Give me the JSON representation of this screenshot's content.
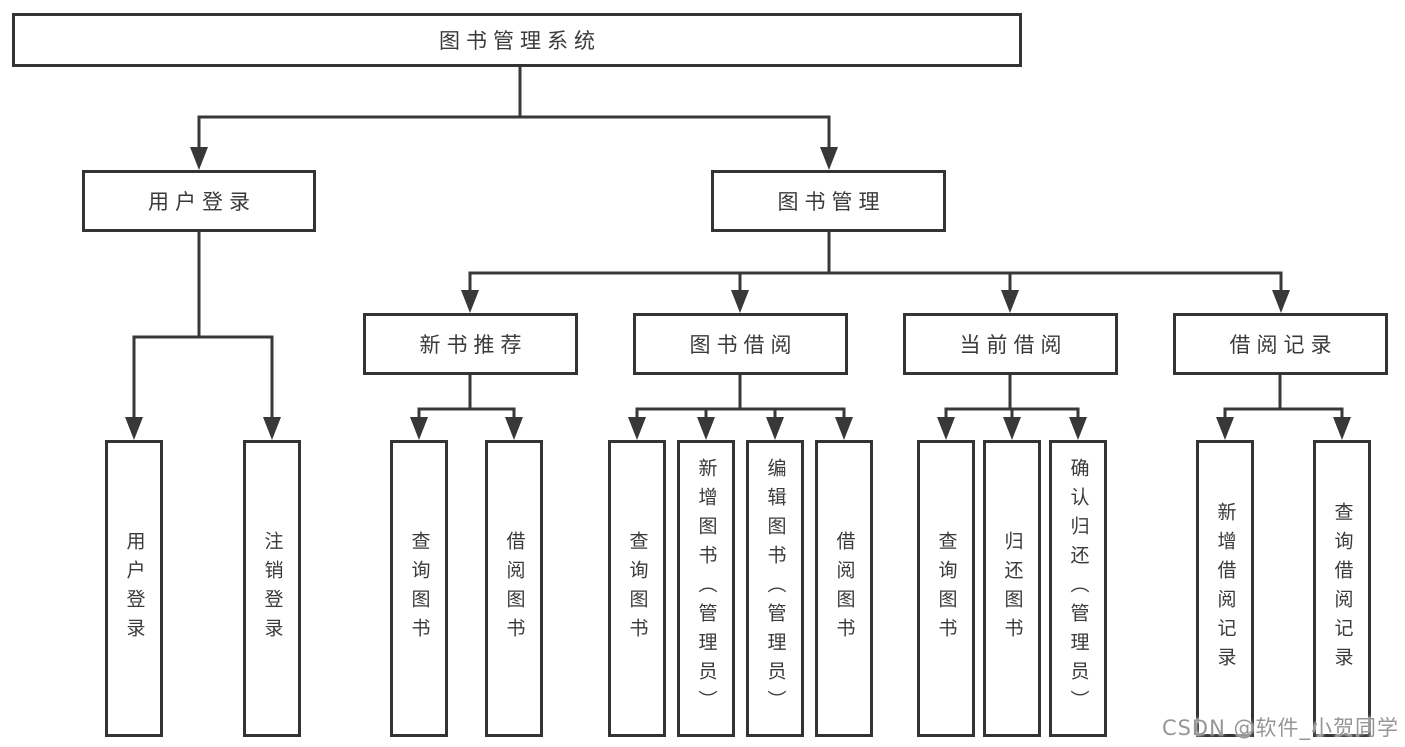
{
  "tree": {
    "root": {
      "label": "图书管理系统"
    },
    "branches": [
      {
        "label": "用户登录",
        "children": [
          {
            "label": "用户登录"
          },
          {
            "label": "注销登录"
          }
        ]
      },
      {
        "label": "图书管理",
        "children": [
          {
            "label": "新书推荐",
            "children": [
              {
                "label": "查询图书"
              },
              {
                "label": "借阅图书"
              }
            ]
          },
          {
            "label": "图书借阅",
            "children": [
              {
                "label": "查询图书"
              },
              {
                "label": "新增图书（管理员）"
              },
              {
                "label": "编辑图书（管理员）"
              },
              {
                "label": "借阅图书"
              }
            ]
          },
          {
            "label": "当前借阅",
            "children": [
              {
                "label": "查询图书"
              },
              {
                "label": "归还图书"
              },
              {
                "label": "确认归还（管理员）"
              }
            ]
          },
          {
            "label": "借阅记录",
            "children": [
              {
                "label": "新增借阅记录"
              },
              {
                "label": "查询借阅记录"
              }
            ]
          }
        ]
      }
    ]
  },
  "watermark": {
    "text": "CSDN @软件_小贺同学"
  },
  "colors": {
    "background": "#ffffff",
    "line": "#383838",
    "border": "#333333",
    "text": "#3a3a3a",
    "watermark": "#969696"
  }
}
